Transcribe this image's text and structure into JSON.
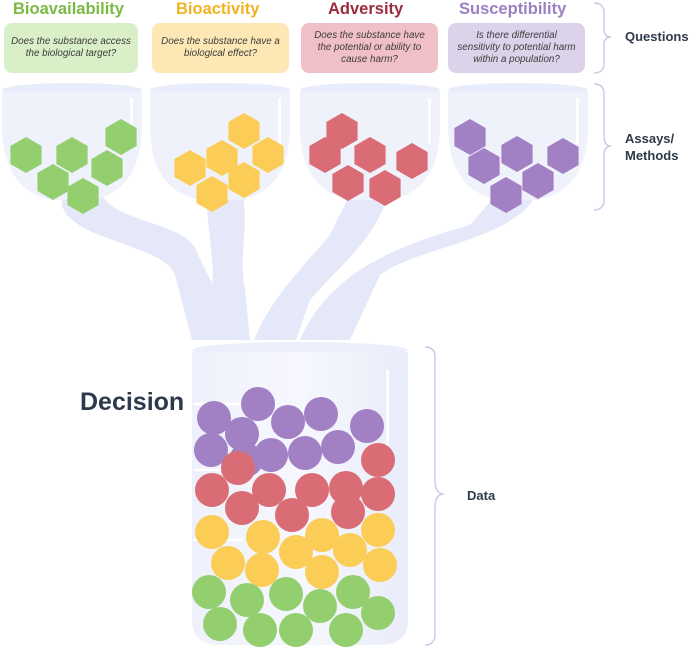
{
  "categories": [
    {
      "title": "Bioavailability",
      "question": "Does the substance access the biological target?",
      "color": "#7bb944",
      "box_color": "#d8efc7",
      "shape_color": "#93cf6f"
    },
    {
      "title": "Bioactivity",
      "question": "Does the substance have a biological effect?",
      "color": "#f0b323",
      "box_color": "#fde8b5",
      "shape_color": "#fbcd57"
    },
    {
      "title": "Adversity",
      "question": "Does the substance have the potential or ability to cause harm?",
      "color": "#9b2c3f",
      "box_color": "#f1c0c6",
      "shape_color": "#d96c74"
    },
    {
      "title": "Susceptibility",
      "question": "Is there differential sensitivity to potential harm within a population?",
      "color": "#9b80c2",
      "box_color": "#dcd2ea",
      "shape_color": "#a180c3"
    }
  ],
  "side_labels": {
    "questions": "Questions",
    "assays": "Assays/ Methods",
    "data": "Data"
  },
  "decision": "Decision",
  "icon_names": [
    "hexagon-icon",
    "circle-icon"
  ]
}
